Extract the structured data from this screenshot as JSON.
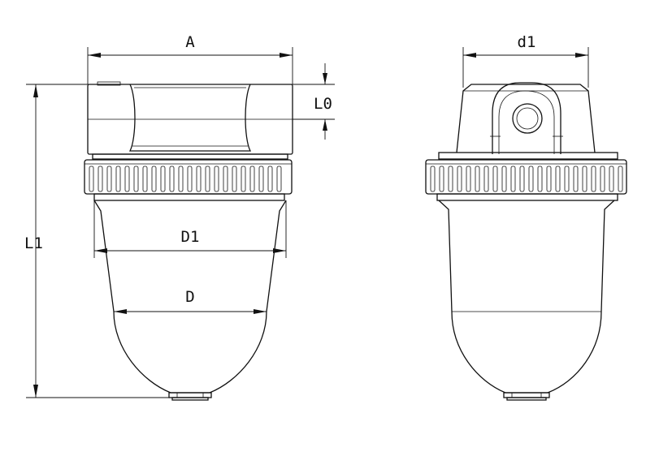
{
  "labels": {
    "A": "A",
    "L0": "L0",
    "L1": "L1",
    "D1": "D1",
    "D": "D",
    "d1": "d1"
  },
  "colors": {
    "line": "#111111",
    "background": "#ffffff"
  }
}
